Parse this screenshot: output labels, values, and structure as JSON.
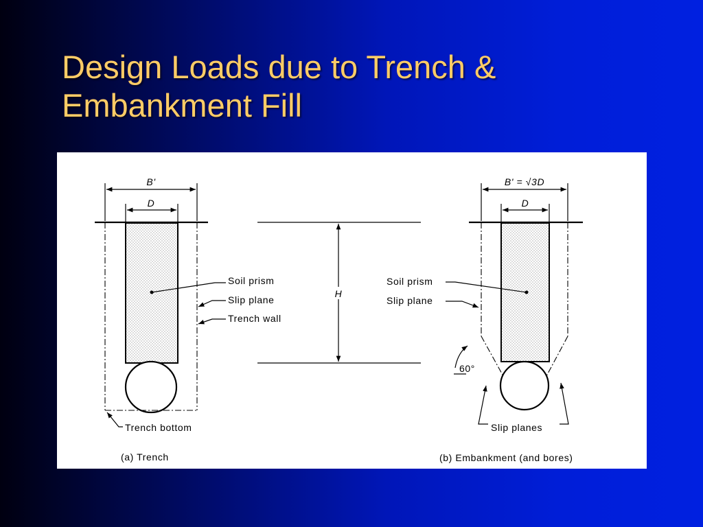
{
  "slide": {
    "title_line1": "Design Loads due to Trench &",
    "title_line2": "Embankment Fill"
  },
  "colors": {
    "title": "#ffcc66",
    "background_left": "#000010",
    "background_right": "#0020e0",
    "panel": "#ffffff"
  },
  "figure": {
    "trench": {
      "width_label": "B'",
      "diameter_label": "D",
      "soil_prism_label": "Soil prism",
      "slip_plane_label": "Slip plane",
      "trench_wall_label": "Trench wall",
      "trench_bottom_label": "Trench bottom",
      "caption": "(a)  Trench"
    },
    "height_label": "H",
    "embankment": {
      "width_label": "B' = √3D",
      "diameter_label": "D",
      "soil_prism_label": "Soil prism",
      "slip_plane_label": "Slip plane",
      "angle_label": "60°",
      "slip_planes_label": "Slip planes",
      "caption": "(b)  Embankment  (and bores)"
    }
  }
}
